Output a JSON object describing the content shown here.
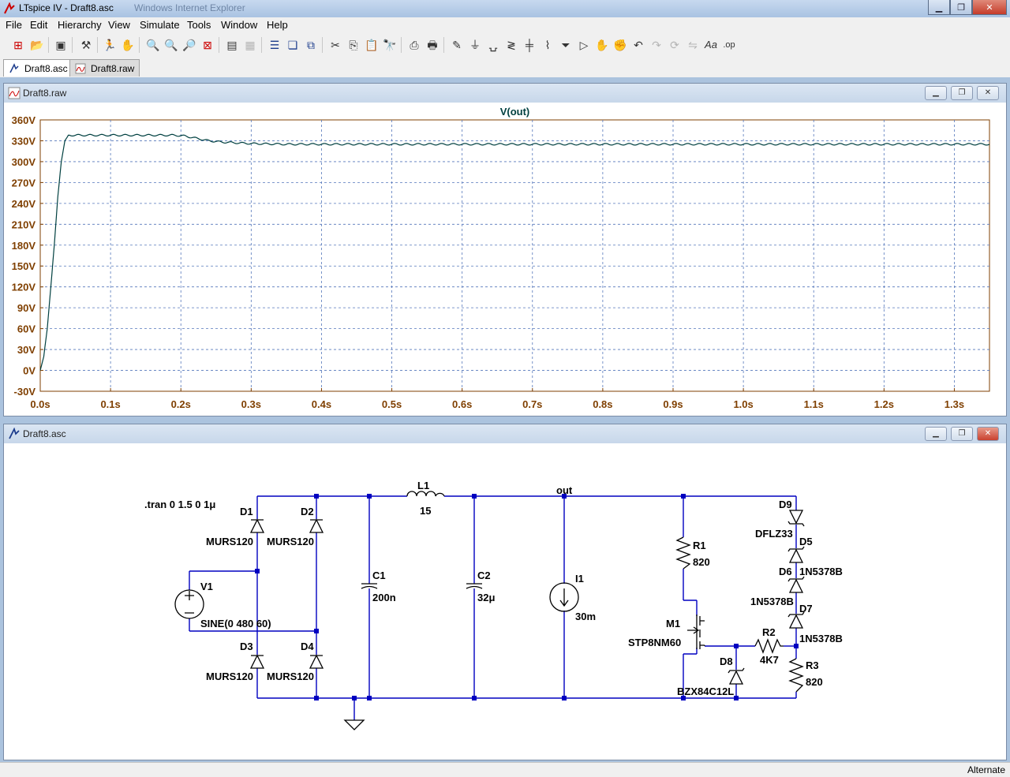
{
  "app": {
    "title": "LTspice IV - Draft8.asc",
    "ghost_title": "Windows Internet Explorer"
  },
  "menu": [
    "File",
    "Edit",
    "Hierarchy",
    "View",
    "Simulate",
    "Tools",
    "Window",
    "Help"
  ],
  "toolbar_icons": [
    "new-schematic",
    "open",
    "save",
    "control-panel",
    "run",
    "halt",
    "zoom-in",
    "zoom-pan",
    "zoom-out",
    "zoom-fit",
    "autorange",
    "mark-unref",
    "tile-horizontal",
    "cascade",
    "close-all",
    "cut",
    "copy",
    "paste",
    "find",
    "print-preview",
    "print",
    "draw-wire",
    "ground",
    "label-net",
    "resistor",
    "capacitor",
    "inductor",
    "diode",
    "component",
    "move",
    "drag",
    "undo",
    "redo",
    "rotate",
    "mirror",
    "text",
    "spice-directive"
  ],
  "tabs": [
    {
      "label": "Draft8.asc",
      "active": true
    },
    {
      "label": "Draft8.raw",
      "active": false
    }
  ],
  "waveform_window": {
    "title": "Draft8.raw",
    "trace_label": "V(out)"
  },
  "schematic_window": {
    "title": "Draft8.asc"
  },
  "chart_data": {
    "type": "line",
    "title": "V(out)",
    "series": [
      {
        "name": "V(out)",
        "color": "#004040",
        "x": [
          0,
          0.005,
          0.01,
          0.015,
          0.02,
          0.025,
          0.03,
          0.035,
          0.04,
          0.08,
          0.12,
          0.16,
          0.19,
          0.205,
          0.215,
          0.225,
          0.24,
          0.26,
          0.28,
          0.3,
          0.35,
          1.35
        ],
        "y": [
          0,
          20,
          60,
          120,
          180,
          250,
          300,
          330,
          338,
          338,
          338,
          338,
          338,
          337,
          335,
          333,
          330,
          328,
          327,
          326,
          325,
          325
        ]
      }
    ],
    "xlim": [
      0,
      1.35
    ],
    "ylim": [
      -30,
      360
    ],
    "xticks": [
      "0.0s",
      "0.1s",
      "0.2s",
      "0.3s",
      "0.4s",
      "0.5s",
      "0.6s",
      "0.7s",
      "0.8s",
      "0.9s",
      "1.0s",
      "1.1s",
      "1.2s",
      "1.3s"
    ],
    "yticks": [
      "360V",
      "330V",
      "300V",
      "270V",
      "240V",
      "210V",
      "180V",
      "150V",
      "120V",
      "90V",
      "60V",
      "30V",
      "0V",
      "-30V"
    ],
    "grid": true,
    "ripple_text": ""
  },
  "schematic": {
    "directive": ".tran 0 1.5 0 1μ",
    "net_label": "out",
    "components": {
      "D1": {
        "ref": "D1",
        "value": "MURS120"
      },
      "D2": {
        "ref": "D2",
        "value": "MURS120"
      },
      "D3": {
        "ref": "D3",
        "value": "MURS120"
      },
      "D4": {
        "ref": "D4",
        "value": "MURS120"
      },
      "V1": {
        "ref": "V1",
        "value": "SINE(0 480 60)"
      },
      "C1": {
        "ref": "C1",
        "value": "200n"
      },
      "L1": {
        "ref": "L1",
        "value": "15"
      },
      "C2": {
        "ref": "C2",
        "value": "32μ"
      },
      "I1": {
        "ref": "I1",
        "value": "30m"
      },
      "R1": {
        "ref": "R1",
        "value": "820"
      },
      "M1": {
        "ref": "M1",
        "value": "STP8NM60"
      },
      "R2": {
        "ref": "R2",
        "value": "4K7"
      },
      "R3": {
        "ref": "R3",
        "value": "820"
      },
      "D8": {
        "ref": "D8",
        "value": "BZX84C12L"
      },
      "D9": {
        "ref": "D9",
        "value": "DFLZ33"
      },
      "D5": {
        "ref": "D5",
        "value": "1N5378B"
      },
      "D6": {
        "ref": "D6",
        "value": "1N5378B"
      },
      "D7": {
        "ref": "D7",
        "value": "1N5378B"
      }
    }
  },
  "status": {
    "text": "Alternate"
  }
}
